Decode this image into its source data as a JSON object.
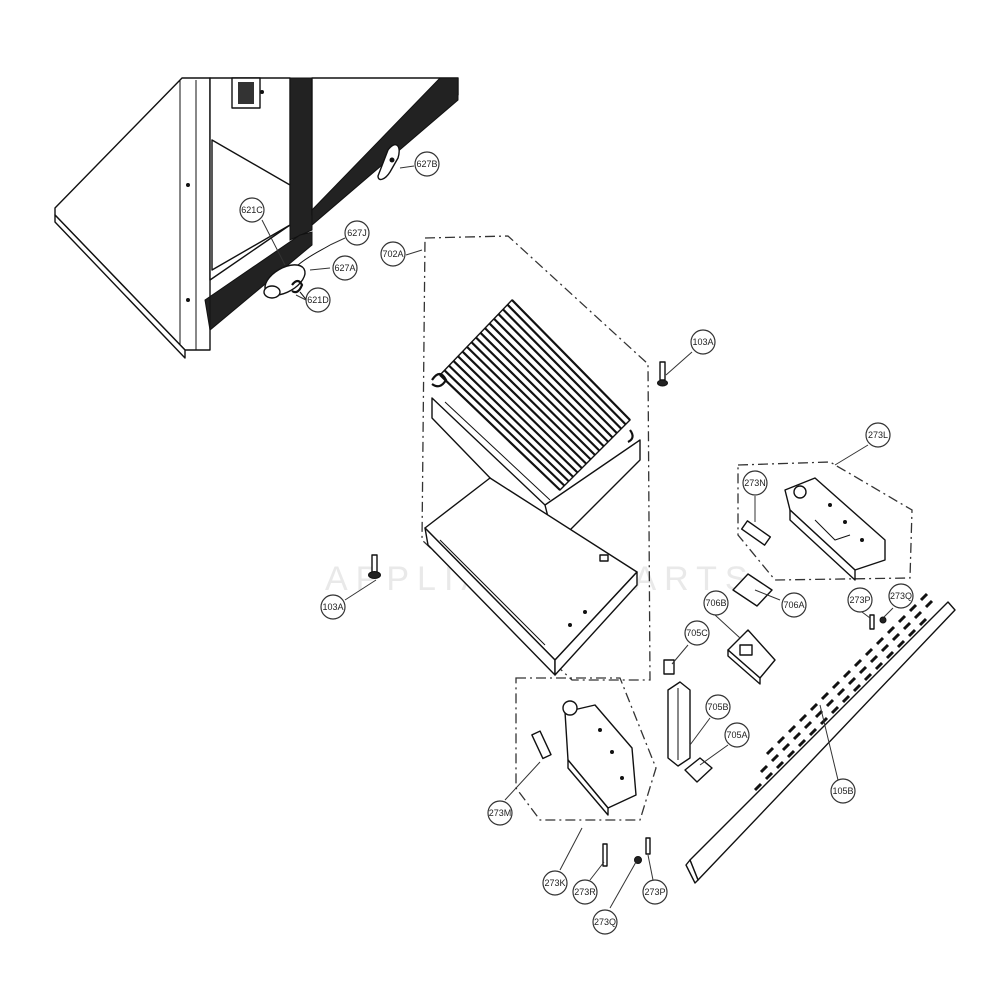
{
  "watermark": "APPLIANCE PARTS",
  "callouts": {
    "c621C": "621C",
    "c627J": "627J",
    "c627A": "627A",
    "c621D": "621D",
    "c627B": "627B",
    "c702A": "702A",
    "c103A_top": "103A",
    "c103A_left": "103A",
    "c273L": "273L",
    "c273N": "273N",
    "c706B": "706B",
    "c706A": "706A",
    "c273P_right": "273P",
    "c273Q_right": "273Q",
    "c705C": "705C",
    "c705B": "705B",
    "c705A": "705A",
    "c105B": "105B",
    "c273M": "273M",
    "c273K": "273K",
    "c273R": "273R",
    "c273Q_bottom": "273Q",
    "c273P_bottom": "273P"
  }
}
